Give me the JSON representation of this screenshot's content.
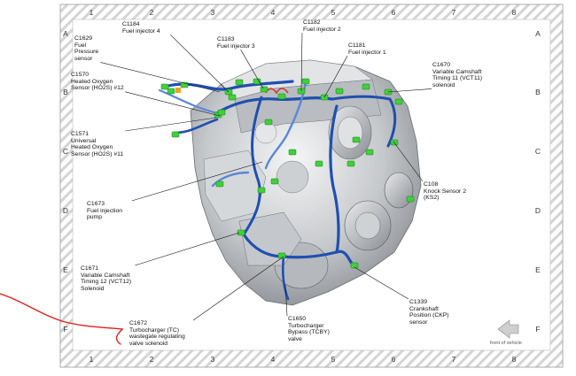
{
  "grid": {
    "columns": [
      "1",
      "2",
      "3",
      "4",
      "5",
      "6",
      "7",
      "8"
    ],
    "rows": [
      "A",
      "B",
      "C",
      "D",
      "E",
      "F"
    ]
  },
  "callouts": [
    {
      "id": "c1184",
      "text": "C1184\nFuel injector 4"
    },
    {
      "id": "c1182",
      "text": "C1182\nFuel injector 2"
    },
    {
      "id": "c1183",
      "text": "C1183\nFuel injector 3"
    },
    {
      "id": "c1181",
      "text": "C1181\nFuel injector 1"
    },
    {
      "id": "c1629",
      "text": "C1629\nFuel\nPressure\nsensor"
    },
    {
      "id": "c1670",
      "text": "C1670\nVariable Camshaft\nTiming 11 (VCT11)\nsolenoid"
    },
    {
      "id": "c1570",
      "text": "C1570\nHeated Oxygen\nSensor (HO2S) #12"
    },
    {
      "id": "c1571",
      "text": "C1571\nUniversal\nHeated Oxygen\nSensor (HO2S) #11"
    },
    {
      "id": "c108",
      "text": "C108\nKnock Sensor 2\n(KS2)"
    },
    {
      "id": "c1673",
      "text": "C1673\nFuel injection\npump"
    },
    {
      "id": "c1671",
      "text": "C1671\nVariable Camshaft\nTiming 12 (VCT12)\nSolenoid"
    },
    {
      "id": "c1339",
      "text": "C1339\nCrankshaft\nPosition (CKP)\nsensor"
    },
    {
      "id": "c1672",
      "text": "C1672\nTurbocharger (TC)\nwastegate regulating\nvalve solenoid"
    },
    {
      "id": "c1650",
      "text": "C1650\nTurbocharger\nBypass (TCBY)\nvalve"
    }
  ],
  "front_of_vehicle": "front of vehicle",
  "colors": {
    "harness": "#1f4fb0",
    "harness_light": "#5a86d8",
    "connector": "#3fd13a",
    "engine": "#c9ccd0",
    "annotation": "#e0201b",
    "frame_pattern": "#d9d9d9"
  }
}
